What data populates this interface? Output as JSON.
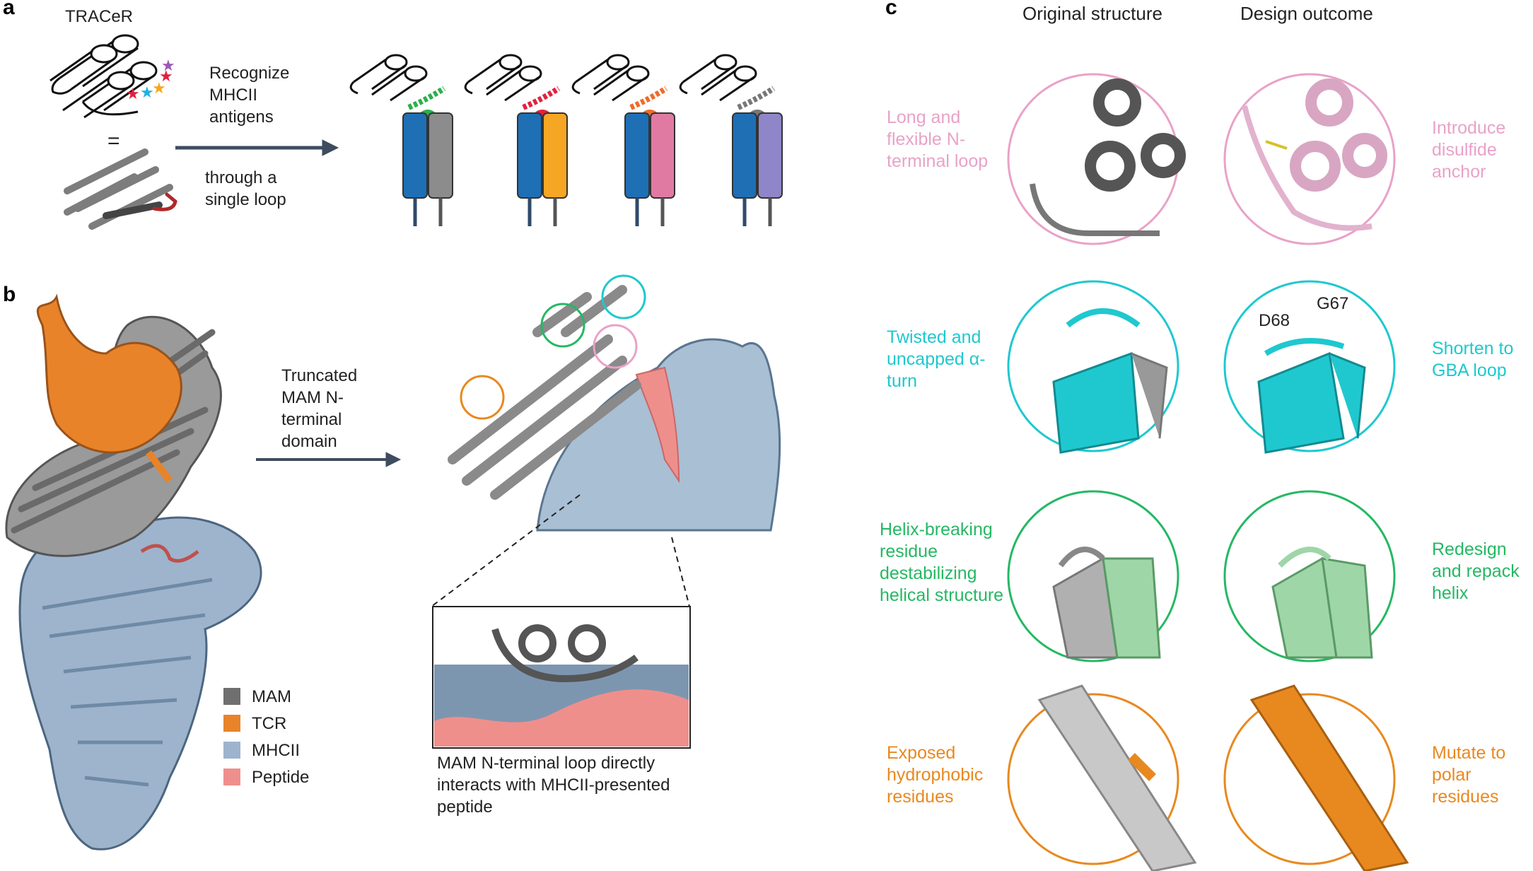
{
  "panels": {
    "a": {
      "label": "a",
      "tracer_label": "TRACeR",
      "equals": "=",
      "arrow_text_top": "Recognize MHCII antigens",
      "arrow_text_bottom": "through a single loop",
      "antigen_colors": [
        "#2ab04a",
        "#e0223f",
        "#ef6a2a",
        "#777777"
      ],
      "chain_colors": [
        "#8c8c8c",
        "#f5a623",
        "#e07aa3",
        "#8f86c9"
      ],
      "alpha_color": "#1f6fb5"
    },
    "b": {
      "label": "b",
      "arrow_text": "Truncated MAM N-terminal domain",
      "inset_caption": "MAM N-terminal loop directly interacts with MHCII-presented peptide",
      "legend": [
        {
          "name": "MAM",
          "color": "#6f6f6f"
        },
        {
          "name": "TCR",
          "color": "#e8832a"
        },
        {
          "name": "MHCII",
          "color": "#9db4cc"
        },
        {
          "name": "Peptide",
          "color": "#ef8f8c"
        }
      ]
    },
    "c": {
      "label": "c",
      "col_original": "Original structure",
      "col_design": "Design outcome",
      "rows": [
        {
          "left": "Long and flexible N-terminal loop",
          "right": "Introduce disulfide anchor",
          "color": "#e9a2c8"
        },
        {
          "left": "Twisted and uncapped α-turn",
          "right": "Shorten to GBA loop",
          "color": "#1fc8cf",
          "res1": "D68",
          "res2": "G67"
        },
        {
          "left": "Helix-breaking residue destabilizing helical structure",
          "right": "Redesign and repack helix",
          "color": "#25b863"
        },
        {
          "left": "Exposed hydrophobic residues",
          "right": "Mutate to polar residues",
          "color": "#e8891f"
        }
      ]
    }
  }
}
